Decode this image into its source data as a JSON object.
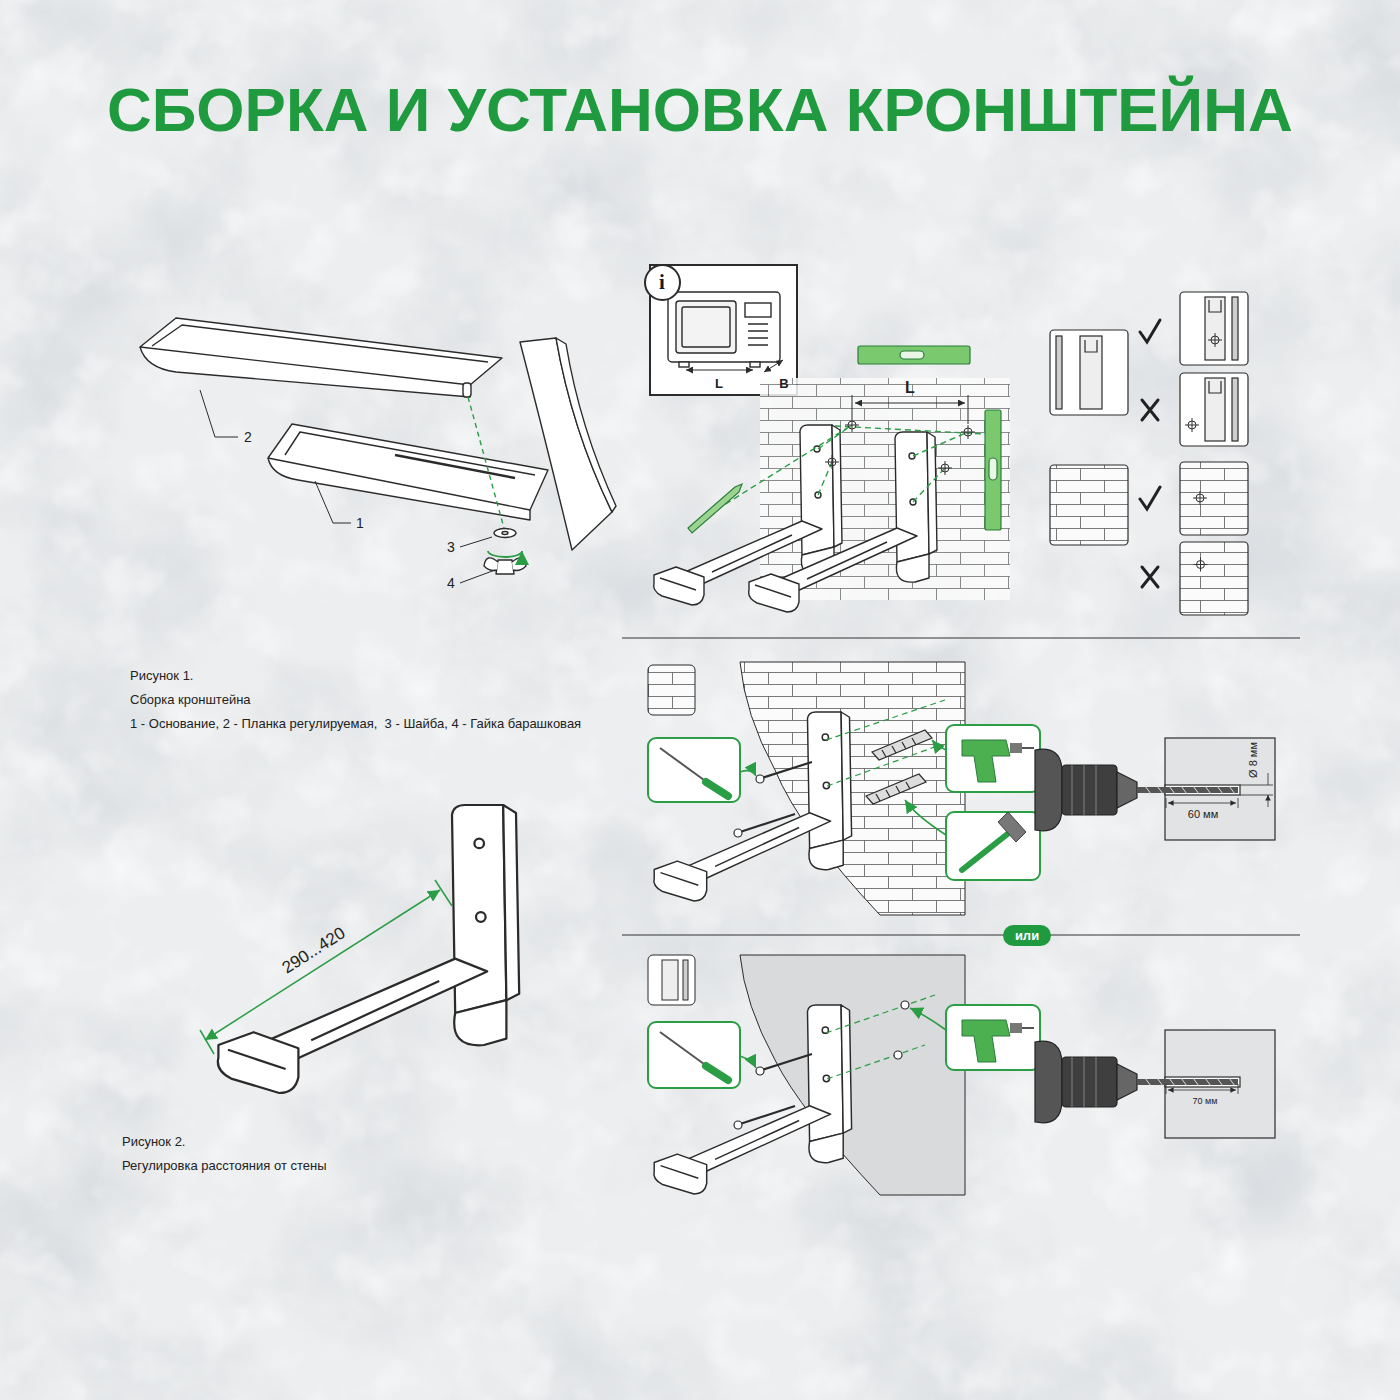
{
  "diagram": {
    "title": "СБОРКА И УСТАНОВКА КРОНШТЕЙНА",
    "nodes": [
      {
        "text": [
          "i"
        ]
      },
      {
        "text": [
          "или"
        ]
      }
    ],
    "labels": [
      "2",
      "1",
      "3",
      "4",
      "L",
      "B",
      "L",
      "Рисунок 1.",
      "Сборка кронштейна",
      "1 - Основание, 2 - Планка регулируемая,  3 - Шайба, 4 - Гайка барашковая",
      "290...420",
      "Рисунок 2.",
      "Регулировка расстояния от стены",
      "Ø 8 мм",
      "60 мм",
      "70 мм"
    ]
  }
}
